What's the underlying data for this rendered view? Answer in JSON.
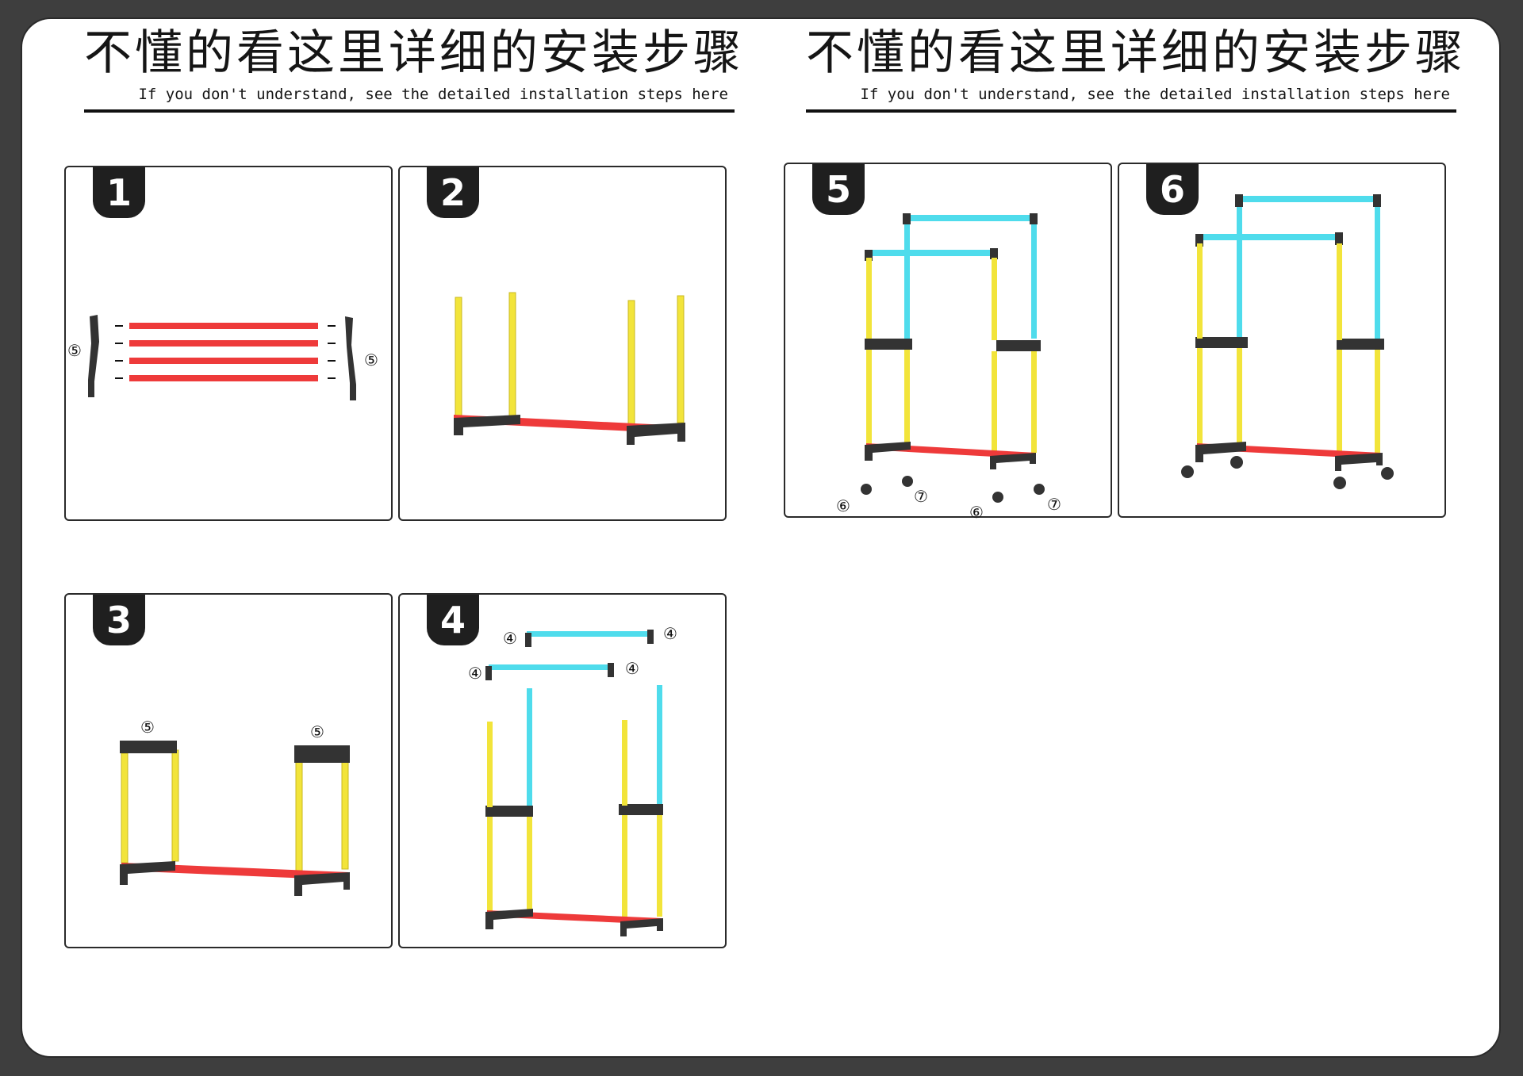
{
  "header": {
    "title_zh": "不懂的看这里详细的安装步骤",
    "subtitle_en": "If you don't understand, see the detailed installation steps here"
  },
  "steps": [
    {
      "number": "1",
      "callouts": [
        "⑤",
        "⑤"
      ]
    },
    {
      "number": "2",
      "callouts": []
    },
    {
      "number": "3",
      "callouts": [
        "⑤",
        "⑤"
      ]
    },
    {
      "number": "4",
      "callouts": [
        "④",
        "④",
        "④",
        "④"
      ]
    },
    {
      "number": "5",
      "callouts": [
        "⑥",
        "⑦",
        "⑥",
        "⑦"
      ]
    },
    {
      "number": "6",
      "callouts": []
    }
  ],
  "colors": {
    "shelf_red": "#ee3a3a",
    "post_yellow": "#f2e43a",
    "rail_cyan": "#4fdcec",
    "connector_dark": "#3a3a3a"
  }
}
